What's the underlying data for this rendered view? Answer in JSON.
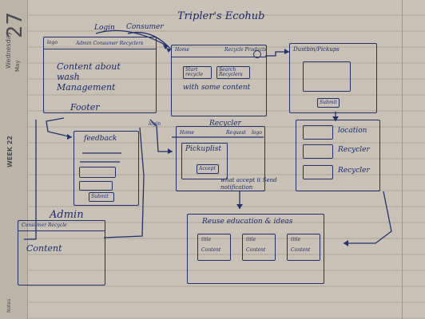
{
  "diary": {
    "day_number": "27",
    "weekday": "Wednesday",
    "month": "May",
    "week": "WEEK 22",
    "notes": "Notes"
  },
  "diagram": {
    "title": "Tripler's Ecohub",
    "login": "Login",
    "customer": "Consumer",
    "landing": {
      "logo": "logo",
      "nav": "Admin Consumer Recyclers",
      "content": "Content about wash Management",
      "footer": "Footer"
    },
    "feedback": {
      "title": "feedback",
      "submit": "Submit"
    },
    "admin": {
      "title": "Admin",
      "nav": "Consumer Recycle",
      "content": "Content"
    },
    "home": {
      "tab_home": "Home",
      "tab_other": "Recycle Products",
      "btn1": "Start recycle",
      "btn2": "Search Recyclers",
      "caption": "with some content"
    },
    "recycler": {
      "title": "Recycler",
      "tab_home": "Home",
      "tab_request": "Request",
      "tab_logo": "logo",
      "box": "Pickuplist",
      "accept": "Accept",
      "note": "what accept it Send notification"
    },
    "dustbin": {
      "title": "Dustbin/Pickups",
      "button": "Submit"
    },
    "locations": {
      "r1": "location",
      "r2": "Recycler",
      "r3": "Recycler"
    },
    "education": {
      "title": "Reuse education & ideas",
      "cards": [
        {
          "title": "title",
          "content": "Content"
        },
        {
          "title": "title",
          "content": "Content"
        },
        {
          "title": "title",
          "content": "Content"
        }
      ]
    },
    "login_arrow": "login"
  }
}
